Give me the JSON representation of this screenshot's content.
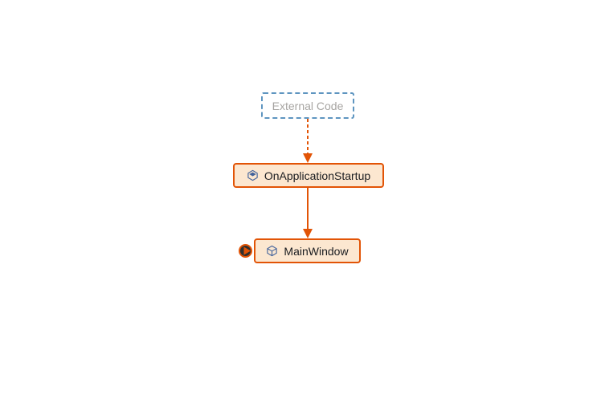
{
  "colors": {
    "background": "#ffffff",
    "accent-orange": "#e25406",
    "node-fill": "#fce7d0",
    "node-text": "#1a1c20",
    "external-border": "#5e95c0",
    "external-text": "#a7a5a2",
    "icon-blue": "#41629b",
    "marker-fill": "#30302e"
  },
  "diagram": {
    "nodes": {
      "external": {
        "label": "External Code",
        "style": "dashed-blue",
        "icon": null
      },
      "startup": {
        "label": "OnApplicationStartup",
        "style": "orange",
        "icon": "method-cube-icon"
      },
      "mainwindow": {
        "label": "MainWindow",
        "style": "orange",
        "icon": "cube-icon"
      }
    },
    "edges": [
      {
        "from": "External Code",
        "to": "OnApplicationStartup",
        "style": "dashed",
        "color": "#e25406",
        "direction": "down"
      },
      {
        "from": "OnApplicationStartup",
        "to": "MainWindow",
        "style": "solid",
        "color": "#e25406",
        "direction": "down"
      }
    ],
    "markers": [
      {
        "name": "expand-incoming-marker",
        "attached_to": "MainWindow",
        "shape": "dark-circle-orange-arrow"
      }
    ]
  }
}
